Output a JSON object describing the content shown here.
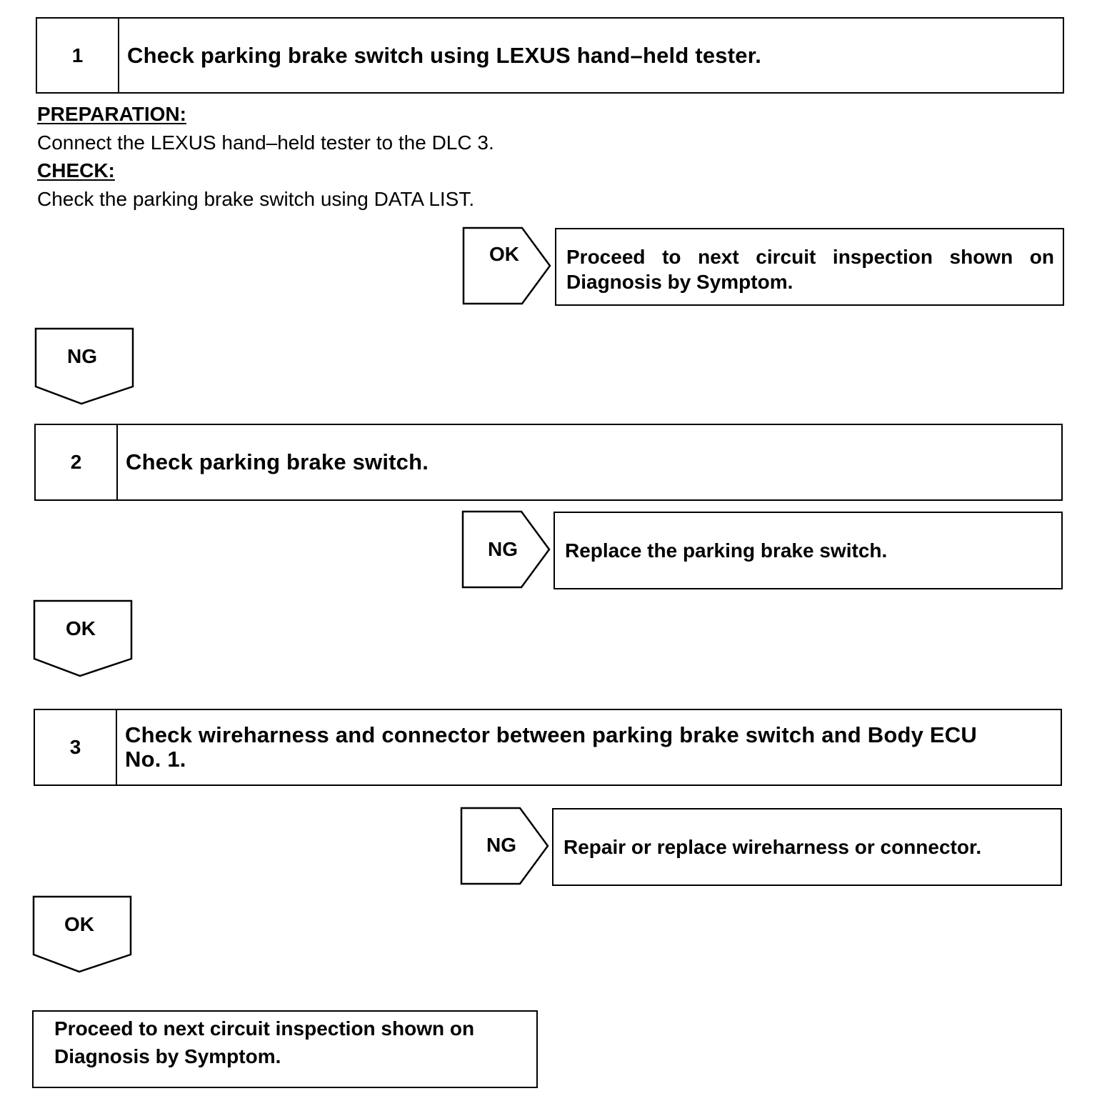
{
  "steps": [
    {
      "number": "1",
      "title": "Check parking brake switch using LEXUS hand–held tester."
    },
    {
      "number": "2",
      "title": "Check parking brake switch."
    },
    {
      "number": "3",
      "title_line1": "Check wireharness and connector between parking brake switch and Body ECU",
      "title_line2": "No. 1."
    }
  ],
  "step1_details": {
    "preparation_heading": "PREPARATION:",
    "preparation_text": "Connect the LEXUS hand–held tester to the DLC 3.",
    "check_heading": "CHECK:",
    "check_text": "Check the parking brake switch using DATA LIST."
  },
  "branches": {
    "step1_side_label": "OK",
    "step1_side_result_line1": "Proceed to next circuit inspection shown on",
    "step1_side_result_line2": "Diagnosis by Symptom.",
    "step1_down_label": "NG",
    "step2_side_label": "NG",
    "step2_side_result": "Replace the parking brake switch.",
    "step2_down_label": "OK",
    "step3_side_label": "NG",
    "step3_side_result": "Repair or replace wireharness or connector.",
    "step3_down_label": "OK"
  },
  "final_result": {
    "line1": "Proceed to next circuit inspection shown on",
    "line2": "Diagnosis by Symptom."
  }
}
